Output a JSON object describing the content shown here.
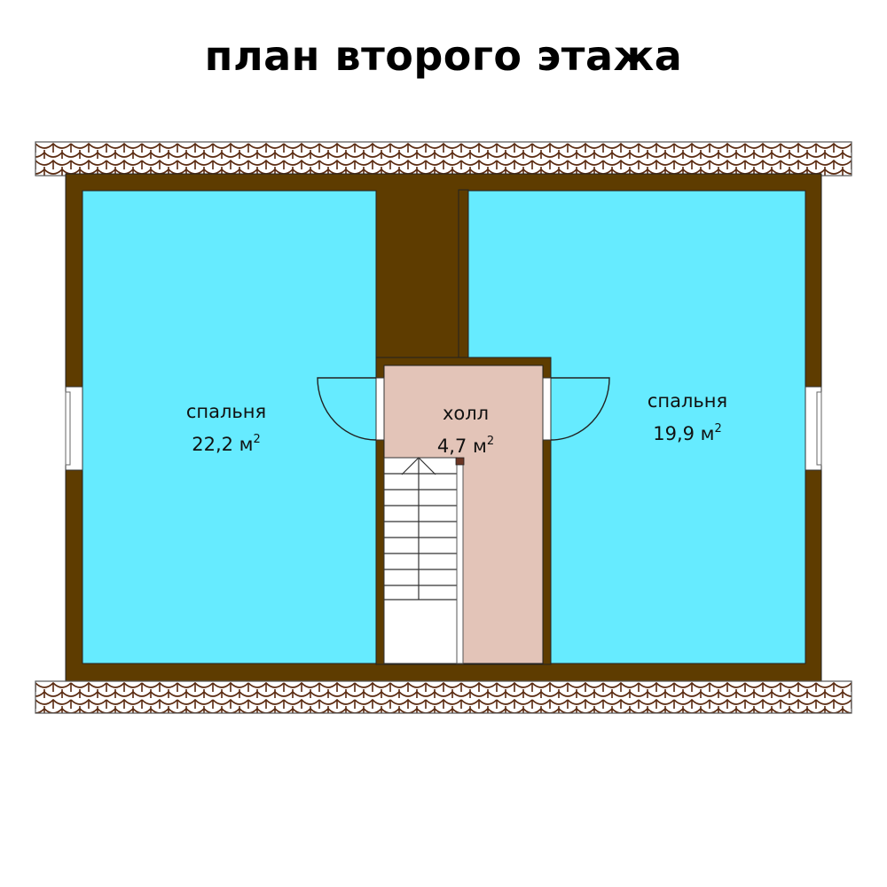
{
  "title": "план второго этажа",
  "colors": {
    "wall": "#5e3c00",
    "bedroom_fill": "#66ebff",
    "hall_fill": "#e3c4b8",
    "stair_fill": "#ffffff",
    "roof_tile_stroke": "#5a2a10",
    "outline": "#333333"
  },
  "rooms": [
    {
      "id": "bedroom-left",
      "name": "спальня",
      "area_value": "22,2 м",
      "area_sup": "2"
    },
    {
      "id": "hall",
      "name": "холл",
      "area_value": "4,7 м",
      "area_sup": "2"
    },
    {
      "id": "bedroom-right",
      "name": "спальня",
      "area_value": "19,9 м",
      "area_sup": "2"
    }
  ],
  "elements": {
    "staircase_steps": 9,
    "windows": 2,
    "doors": 2,
    "roof_strips": 2
  }
}
